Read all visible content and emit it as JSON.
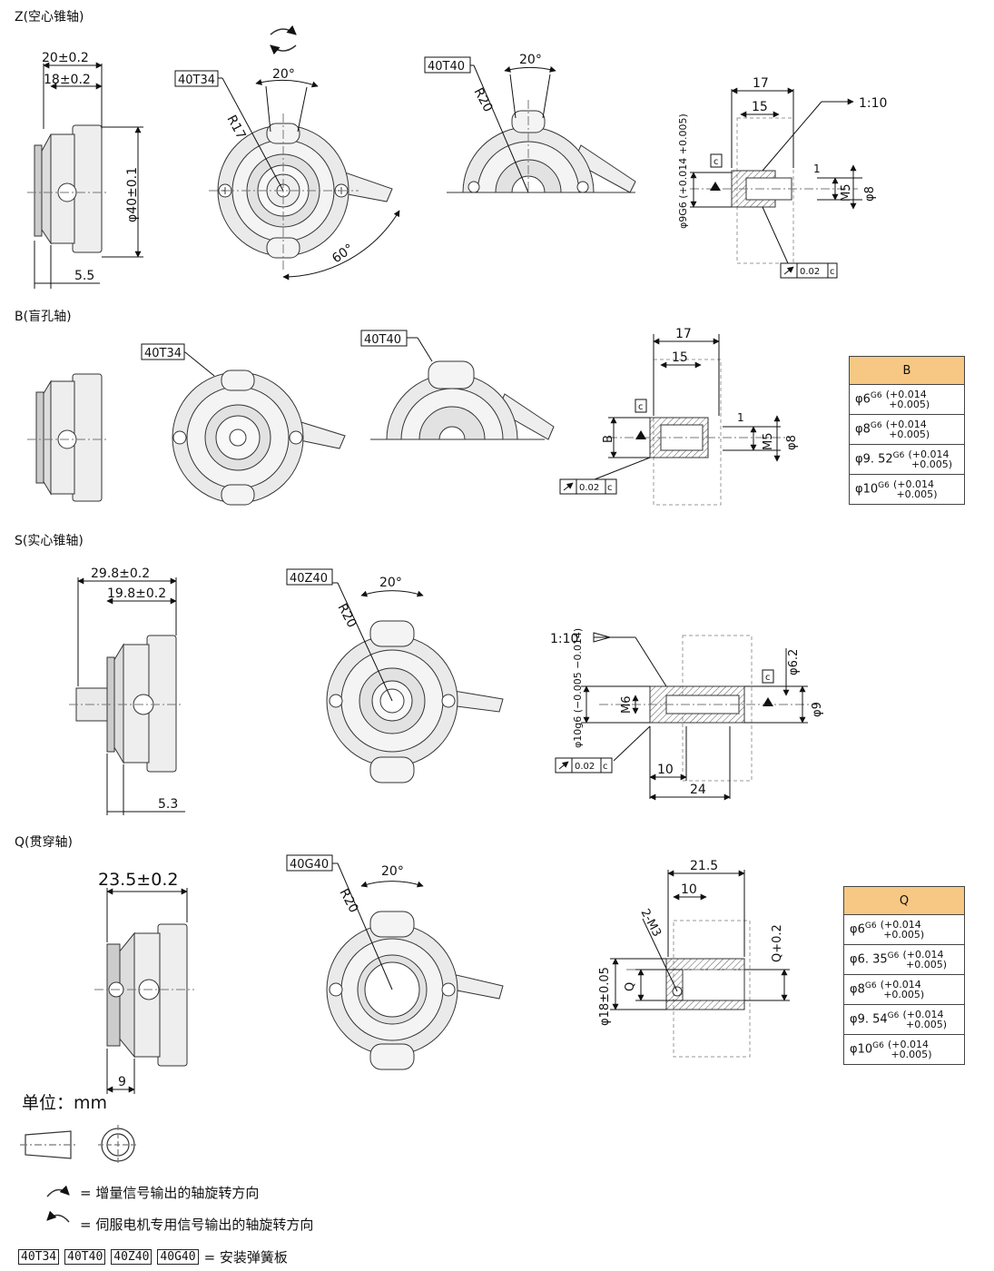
{
  "sections": {
    "z_title": "Z(空心锥轴)",
    "b_title": "B(盲孔轴)",
    "s_title": "S(实心锥轴)",
    "q_title": "Q(贯穿轴)"
  },
  "z": {
    "dim_20": "20±0.2",
    "dim_18": "18±0.2",
    "dim_40": "φ40±0.1",
    "dim_55": "5.5",
    "tag_front": "40T34",
    "r_front": "R17",
    "ang_front": "20°",
    "ang_60": "60°",
    "tag_half": "40T40",
    "r_half": "R20",
    "ang_half": "20°",
    "d17": "17",
    "d15": "15",
    "ratio": "1:10",
    "d1": "1",
    "m5": "M5",
    "phi8": "φ8",
    "phi9": "φ9G6 (+0.014 +0.005)",
    "datum": "c",
    "runout": "0.02",
    "runout_ref": "c"
  },
  "b": {
    "tag_front": "40T34",
    "tag_half": "40T40",
    "d17": "17",
    "d15": "15",
    "d1": "1",
    "m5": "M5",
    "phi8": "φ8",
    "bdim": "B",
    "datum": "c",
    "runout": "0.02",
    "runout_ref": "c",
    "table_header": "B",
    "table_rows": [
      {
        "base": "φ6",
        "g": "G6",
        "up": "+0.014",
        "lo": "+0.005"
      },
      {
        "base": "φ8",
        "g": "G6",
        "up": "+0.014",
        "lo": "+0.005"
      },
      {
        "base": "φ9. 52",
        "g": "G6",
        "up": "+0.014",
        "lo": "+0.005"
      },
      {
        "base": "φ10",
        "g": "G6",
        "up": "+0.014",
        "lo": "+0.005"
      }
    ]
  },
  "s": {
    "dim_298": "29.8±0.2",
    "dim_198": "19.8±0.2",
    "dim_53": "5.3",
    "tag": "40Z40",
    "r": "R20",
    "ang": "20°",
    "ratio": "1:10",
    "phi62": "φ6.2",
    "phi9": "φ9",
    "m6": "M6",
    "phi10": "φ10g6 (−0.005 −0.014)",
    "d10": "10",
    "d24": "24",
    "datum": "c",
    "runout": "0.02",
    "runout_ref": "c"
  },
  "q": {
    "dim_235": "23.5±0.2",
    "dim_9": "9",
    "tag": "40G40",
    "r": "R20",
    "ang": "20°",
    "d215": "21.5",
    "d10": "10",
    "m3": "2-M3",
    "q02": "Q+0.2",
    "qdim": "Q",
    "phi18": "φ18±0.05",
    "table_header": "Q",
    "table_rows": [
      {
        "base": "φ6",
        "g": "G6",
        "up": "+0.014",
        "lo": "+0.005"
      },
      {
        "base": "φ6. 35",
        "g": "G6",
        "up": "+0.014",
        "lo": "+0.005"
      },
      {
        "base": "φ8",
        "g": "G6",
        "up": "+0.014",
        "lo": "+0.005"
      },
      {
        "base": "φ9. 54",
        "g": "G6",
        "up": "+0.014",
        "lo": "+0.005"
      },
      {
        "base": "φ10",
        "g": "G6",
        "up": "+0.014",
        "lo": "+0.005"
      }
    ]
  },
  "legend": {
    "unit": "单位：mm",
    "cw_text": "= 增量信号输出的轴旋转方向",
    "ccw_text": "= 伺服电机专用信号输出的轴旋转方向",
    "tags": [
      "40T34",
      "40T40",
      "40Z40",
      "40G40"
    ],
    "tags_text": "= 安装弹簧板"
  }
}
